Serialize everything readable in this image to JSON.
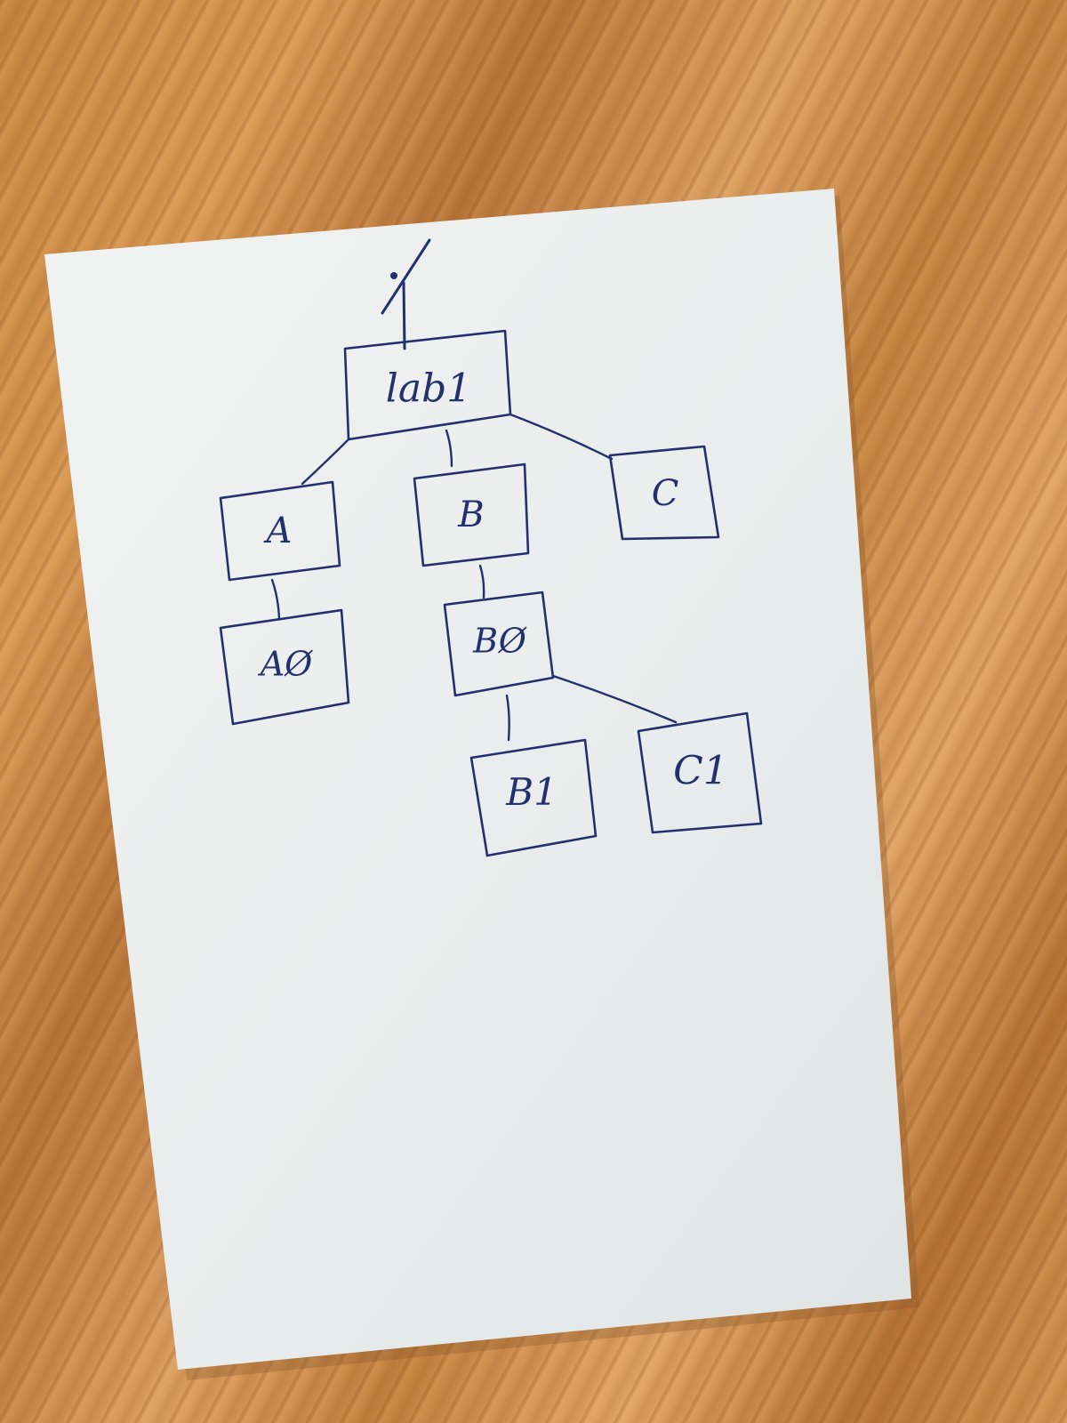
{
  "diagram": {
    "root_marker": "/",
    "nodes": [
      {
        "id": "lab1",
        "label": "lab1"
      },
      {
        "id": "A",
        "label": "A"
      },
      {
        "id": "B",
        "label": "B"
      },
      {
        "id": "C",
        "label": "C"
      },
      {
        "id": "A0",
        "label": "AØ"
      },
      {
        "id": "B0",
        "label": "BØ"
      },
      {
        "id": "B1",
        "label": "B1"
      },
      {
        "id": "C1",
        "label": "C1"
      }
    ],
    "edges": [
      [
        "lab1",
        "A"
      ],
      [
        "lab1",
        "B"
      ],
      [
        "lab1",
        "C"
      ],
      [
        "A",
        "A0"
      ],
      [
        "B",
        "B0"
      ],
      [
        "B0",
        "B1"
      ],
      [
        "B0",
        "C1"
      ]
    ]
  },
  "colors": {
    "ink": "#23306e",
    "paper": "#eef0ef",
    "paper_shadow": "#d9dcdc"
  }
}
